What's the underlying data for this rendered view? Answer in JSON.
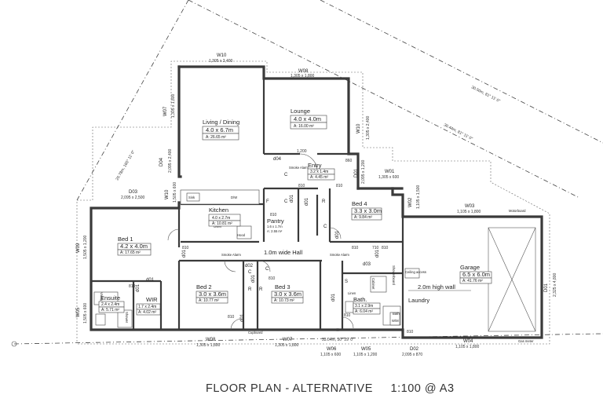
{
  "title": "FLOOR PLAN - ALTERNATIVE     1:100 @ A3",
  "rooms": {
    "living": {
      "name": "Living / Dining",
      "size": "4.0 x 6.7m",
      "area": "A:   26.65 m²"
    },
    "lounge": {
      "name": "Lounge",
      "size": "4.0 x 4.0m",
      "area": "A:   16.00 m²"
    },
    "entry": {
      "name": "Entry",
      "size": "3.2 x 1.4m",
      "area": "A:   4.45 m²"
    },
    "kitchen": {
      "name": "Kitchen",
      "size": "4.0 x 2.7m",
      "area": "A:   10.81 m²"
    },
    "pantry": {
      "name": "Pantry",
      "size": "1.6 x 1.7m",
      "area": "A:   2.55 m²"
    },
    "bed4": {
      "name": "Bed 4",
      "size": "3.3 x 3.0m",
      "area": "A:   9.84 m²"
    },
    "bed1": {
      "name": "Bed 1",
      "size": "4.2 x 4.0m",
      "area": "A:   17.65 m²"
    },
    "garage": {
      "name": "Garage",
      "size": "6.5 x 6.0m",
      "area": "A:   41.76 m²"
    },
    "bed2": {
      "name": "Bed 2",
      "size": "3.0 x 3.6m",
      "area": "A:   10.77 m²"
    },
    "bed3": {
      "name": "Bed 3",
      "size": "3.0 x 3.6m",
      "area": "A:   10.73 m²"
    },
    "ensuite": {
      "name": "Ensuite",
      "size": "2.4 x 2.4m",
      "area": "A:   5.71 m²"
    },
    "wir": {
      "name": "WIR",
      "size": "1.7 x 2.4m",
      "area": "A:   4.02 m²"
    },
    "bath": {
      "name": "Bath.",
      "size": "3.1 x 2.9m",
      "area": "A:   6.04 m²"
    }
  },
  "labels": {
    "laundry": "Laundry",
    "hall": "1.0m wide Hall",
    "high_wall": "2.0m high wall",
    "hood": "Hood",
    "oven": "Oven",
    "sink": "Sink",
    "dw": "D/W",
    "motorboard": "Motorboard",
    "gas_meter": "Gas meter",
    "cupboard": "Cupboard",
    "showerboard": "Showerboard",
    "ceiling_access": "Ceiling access",
    "linen": "Linen",
    "bath_word": "Bath",
    "vanity": "Vanity",
    "shower": "Shower",
    "cabinet": "Cabinet",
    "wm": "W/M",
    "smoke": "Smoke Alarm",
    "entry_smoke": "Smoke Alarm"
  },
  "boundaries": {
    "b1": "30.50m, 81° 11' 0\"",
    "b2": "30.44m, 81° 11' 0\"",
    "b3": "20.78m, 165° 11' 0\"",
    "b4": "33.04m, 50° 29' 0\""
  },
  "windows": {
    "w10_top": [
      "W10",
      "1,305 x 2,400"
    ],
    "w08_top": [
      "W08",
      "1,305 x 1,800"
    ],
    "w10_right": [
      "W10",
      "1,305 x 2,400"
    ],
    "w07_left": [
      "W07",
      "1,305 x 1,800"
    ],
    "d04": [
      "D04",
      "2,095 x 2,400"
    ],
    "w10_left": [
      "W10",
      "1,505 x 600"
    ],
    "d03": [
      "D03",
      "2,095 x 2,500"
    ],
    "w09": [
      "W09",
      "1,505 x 1,200"
    ],
    "w05": [
      "W05",
      "1,505 x 600"
    ],
    "w08_bot": [
      "W08",
      "1,305 x 1,800"
    ],
    "w07_bot": [
      "W07",
      "1,305 x 1,800"
    ],
    "w06": [
      "W06",
      "1,105 x 600"
    ],
    "w05_bot": [
      "W05",
      "1,105 x 1,200"
    ],
    "d02": [
      "D02",
      "2,095 x 870"
    ],
    "w04": [
      "W04",
      "1,105 x 1,800"
    ],
    "w03": [
      "W03",
      "1,105 x 1,800"
    ],
    "w02": [
      "W02",
      "1,105 x 1,500"
    ],
    "w01": [
      "W01",
      "1,305 x 600"
    ],
    "d01": [
      "D01",
      "2,095 x 1,200"
    ],
    "d01_right": [
      "D01",
      "2,325 x 4,800"
    ]
  },
  "doors": {
    "d04_mid": "d04",
    "d1a": "d01",
    "d1b": "d01",
    "d1c": "d01",
    "d1d": "d01",
    "d1e": "d01",
    "d1f": "d01",
    "d1g": "d01",
    "d1h": "d01",
    "d1i": "d01",
    "d1j": "d01",
    "d02a": "d02",
    "d03a": "d03"
  },
  "codes": {
    "c1": "C",
    "c2": "C",
    "c3": "C",
    "c4": "C",
    "c5": "C",
    "r1": "R",
    "r2": "R",
    "r3": "R",
    "f1": "F",
    "s1": "S"
  },
  "dims": {
    "d810a": "810",
    "d810b": "810",
    "d810c": "810",
    "d810d": "810",
    "d810e": "810",
    "d810f": "810",
    "d810g": "810",
    "d810h": "810",
    "d810i": "810",
    "d810j": "810",
    "d810k": "810",
    "d710": "710",
    "d860": "860",
    "d1200": "1,200"
  }
}
